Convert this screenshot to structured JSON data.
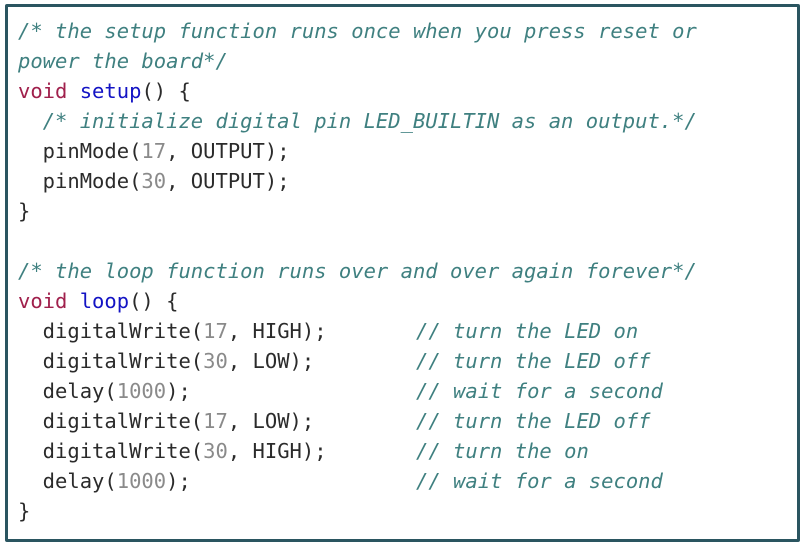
{
  "card": {
    "border_color": "#2a5560",
    "background_color": "#ffffff"
  },
  "syntax_colors": {
    "comment": "#3f8080",
    "keyword": "#a0204c",
    "function_name": "#1313c4",
    "plain": "#2b2b2b",
    "number": "#8a8a8a"
  },
  "code": {
    "language": "arduino-c",
    "lines": [
      {
        "id": "line-1",
        "tokens": [
          {
            "type": "comment",
            "text": "/* the setup function runs once when you press reset or"
          }
        ]
      },
      {
        "id": "line-2",
        "tokens": [
          {
            "type": "comment",
            "text": "power the board*/"
          }
        ]
      },
      {
        "id": "line-3",
        "tokens": [
          {
            "type": "keyword",
            "text": "void"
          },
          {
            "type": "plain",
            "text": " "
          },
          {
            "type": "function_name",
            "text": "setup"
          },
          {
            "type": "plain",
            "text": "() {"
          }
        ]
      },
      {
        "id": "line-4",
        "tokens": [
          {
            "type": "plain",
            "text": "  "
          },
          {
            "type": "comment",
            "text": "/* initialize digital pin LED_BUILTIN as an output.*/"
          }
        ]
      },
      {
        "id": "line-5",
        "tokens": [
          {
            "type": "plain",
            "text": "  pinMode("
          },
          {
            "type": "number",
            "text": "17"
          },
          {
            "type": "plain",
            "text": ", OUTPUT);"
          }
        ]
      },
      {
        "id": "line-6",
        "tokens": [
          {
            "type": "plain",
            "text": "  pinMode("
          },
          {
            "type": "number",
            "text": "30"
          },
          {
            "type": "plain",
            "text": ", OUTPUT);"
          }
        ]
      },
      {
        "id": "line-7",
        "tokens": [
          {
            "type": "plain",
            "text": "}"
          }
        ]
      },
      {
        "id": "line-8",
        "tokens": []
      },
      {
        "id": "line-9",
        "tokens": [
          {
            "type": "comment",
            "text": "/* the loop function runs over and over again forever*/"
          }
        ]
      },
      {
        "id": "line-10",
        "tokens": [
          {
            "type": "keyword",
            "text": "void"
          },
          {
            "type": "plain",
            "text": " "
          },
          {
            "type": "function_name",
            "text": "loop"
          },
          {
            "type": "plain",
            "text": "() {"
          }
        ]
      },
      {
        "id": "line-11",
        "tokens": [
          {
            "type": "plain",
            "text": "  digitalWrite("
          },
          {
            "type": "number",
            "text": "17"
          },
          {
            "type": "plain",
            "text": ", HIGH);"
          }
        ],
        "trailing_comment": "// turn the LED on"
      },
      {
        "id": "line-12",
        "tokens": [
          {
            "type": "plain",
            "text": "  digitalWrite("
          },
          {
            "type": "number",
            "text": "30"
          },
          {
            "type": "plain",
            "text": ", LOW);"
          }
        ],
        "trailing_comment": "// turn the LED off"
      },
      {
        "id": "line-13",
        "tokens": [
          {
            "type": "plain",
            "text": "  delay("
          },
          {
            "type": "number",
            "text": "1000"
          },
          {
            "type": "plain",
            "text": ");"
          }
        ],
        "trailing_comment": "// wait for a second"
      },
      {
        "id": "line-14",
        "tokens": [
          {
            "type": "plain",
            "text": "  digitalWrite("
          },
          {
            "type": "number",
            "text": "17"
          },
          {
            "type": "plain",
            "text": ", LOW);"
          }
        ],
        "trailing_comment": "// turn the LED off"
      },
      {
        "id": "line-15",
        "tokens": [
          {
            "type": "plain",
            "text": "  digitalWrite("
          },
          {
            "type": "number",
            "text": "30"
          },
          {
            "type": "plain",
            "text": ", HIGH);"
          }
        ],
        "trailing_comment": "// turn the on"
      },
      {
        "id": "line-16",
        "tokens": [
          {
            "type": "plain",
            "text": "  delay("
          },
          {
            "type": "number",
            "text": "1000"
          },
          {
            "type": "plain",
            "text": ");"
          }
        ],
        "trailing_comment": "// wait for a second"
      },
      {
        "id": "line-17",
        "tokens": [
          {
            "type": "plain",
            "text": "}"
          }
        ]
      }
    ]
  }
}
